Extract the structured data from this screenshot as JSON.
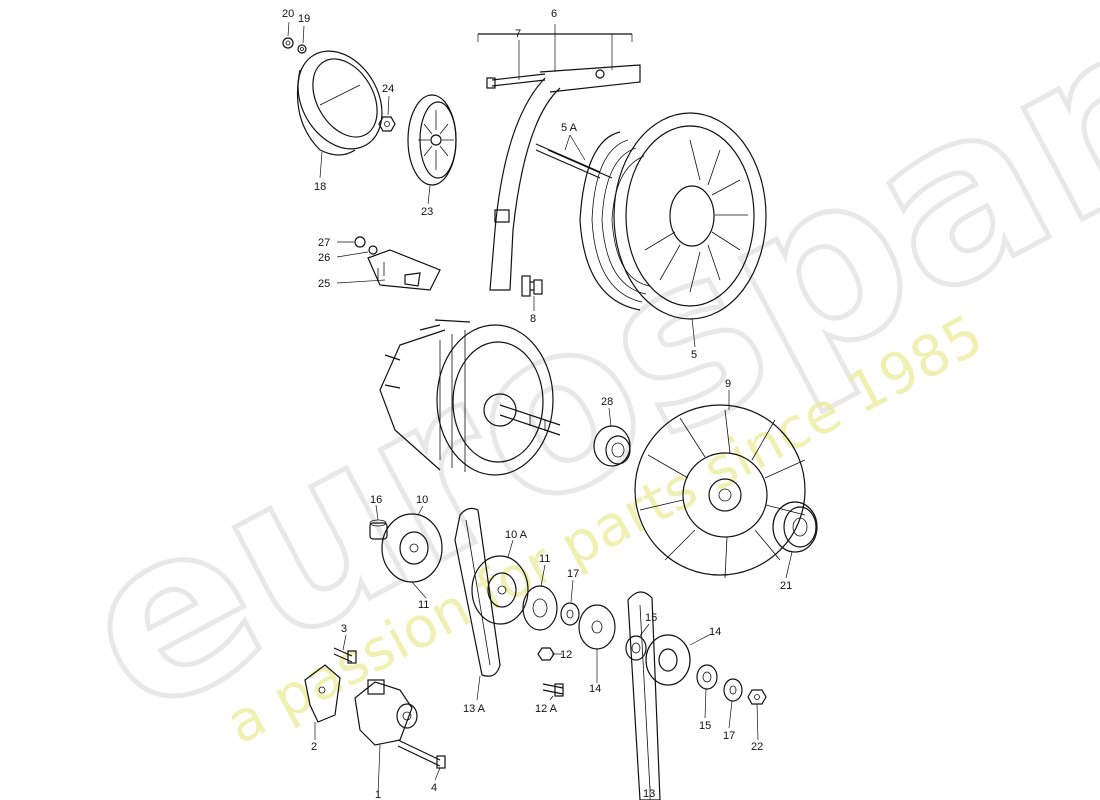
{
  "watermark": {
    "brand": "eurospares",
    "tagline": "a passion for parts since 1985",
    "brand_color": "#d9d9d9",
    "tagline_color": "#ecec9a"
  },
  "callouts": {
    "c20": "20",
    "c19": "19",
    "c6": "6",
    "c7": "7",
    "c24": "24",
    "c5a": "5 A",
    "c18": "18",
    "c23": "23",
    "c27": "27",
    "c26": "26",
    "c25": "25",
    "c8": "8",
    "c5": "5",
    "c9": "9",
    "c28": "28",
    "c16": "16",
    "c10": "10",
    "c10a": "10 A",
    "c11a": "11",
    "c11b": "11",
    "c17a": "17",
    "c21": "21",
    "c3": "3",
    "c15a": "15",
    "c14a": "14",
    "c12": "12",
    "c14b": "14",
    "c13a": "13 A",
    "c12a": "12 A",
    "c2": "2",
    "c15b": "15",
    "c17b": "17",
    "c22": "22",
    "c1": "1",
    "c4": "4",
    "c13": "13"
  }
}
